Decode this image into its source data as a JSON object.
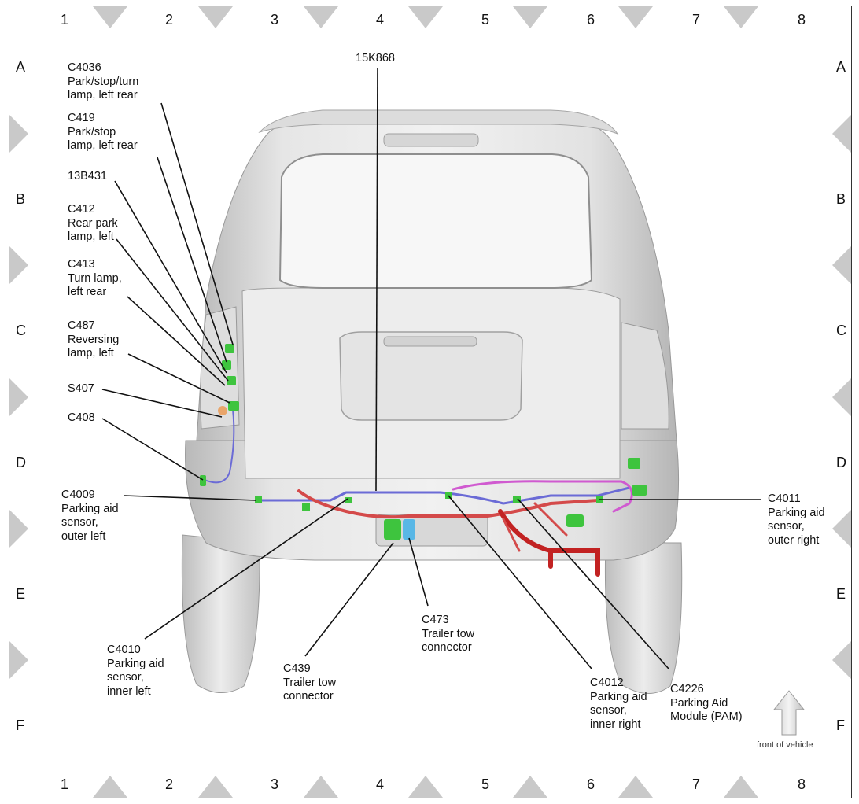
{
  "grid": {
    "columns": [
      "1",
      "2",
      "3",
      "4",
      "5",
      "6",
      "7",
      "8"
    ],
    "rows": [
      "A",
      "B",
      "C",
      "D",
      "E",
      "F"
    ]
  },
  "top_label": "15K868",
  "callouts": [
    {
      "id": "c4036",
      "lines": [
        "C4036",
        "Park/stop/turn",
        "lamp, left rear"
      ]
    },
    {
      "id": "c419",
      "lines": [
        "C419",
        "Park/stop",
        "lamp, left rear"
      ]
    },
    {
      "id": "13b431",
      "lines": [
        "13B431"
      ]
    },
    {
      "id": "c412",
      "lines": [
        "C412",
        "Rear park",
        "lamp, left"
      ]
    },
    {
      "id": "c413",
      "lines": [
        "C413",
        "Turn lamp,",
        "left rear"
      ]
    },
    {
      "id": "c487",
      "lines": [
        "C487",
        "Reversing",
        "lamp, left"
      ]
    },
    {
      "id": "s407",
      "lines": [
        "S407"
      ]
    },
    {
      "id": "c408",
      "lines": [
        "C408"
      ]
    },
    {
      "id": "c4009",
      "lines": [
        "C4009",
        "Parking aid",
        "sensor,",
        "outer left"
      ]
    },
    {
      "id": "c4011",
      "lines": [
        "C4011",
        "Parking aid",
        "sensor,",
        "outer right"
      ]
    },
    {
      "id": "c4010",
      "lines": [
        "C4010",
        "Parking aid",
        "sensor,",
        "inner left"
      ]
    },
    {
      "id": "c439",
      "lines": [
        "C439",
        "Trailer tow",
        "connector"
      ]
    },
    {
      "id": "c473",
      "lines": [
        "C473",
        "Trailer tow",
        "connector"
      ]
    },
    {
      "id": "c4012",
      "lines": [
        "C4012",
        "Parking aid",
        "sensor,",
        "inner right"
      ]
    },
    {
      "id": "c4226",
      "lines": [
        "C4226",
        "Parking Aid",
        "Module (PAM)"
      ]
    }
  ],
  "front_of_vehicle_label": "front of vehicle",
  "colors": {
    "harness_blue": "#6b6bd6",
    "harness_red": "#d44a4a",
    "harness_magenta": "#d05ad0",
    "connector_green": "#3ec43e",
    "body_gray": "#cfcfcf"
  }
}
